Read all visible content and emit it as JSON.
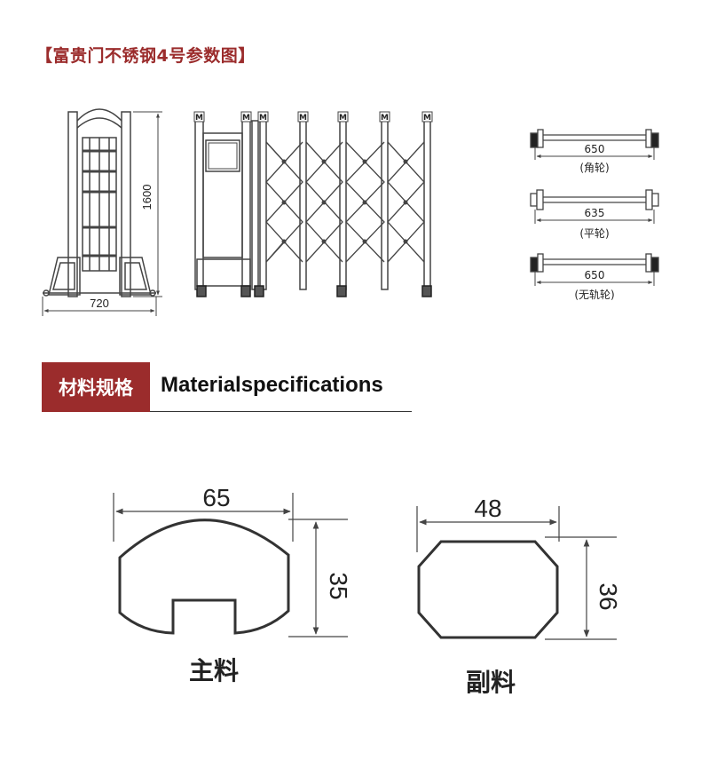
{
  "title": "【富贵门不锈钢4号参数图】",
  "section": {
    "label_cn": "材料规格",
    "label_en": "Materialspecifications"
  },
  "gate_drawing": {
    "height_label": "1600",
    "width_label": "720",
    "motor_mark": "M"
  },
  "wheels": [
    {
      "dimension": "650",
      "type": "(角轮)"
    },
    {
      "dimension": "635",
      "type": "(平轮)"
    },
    {
      "dimension": "650",
      "type": "(无轨轮)"
    }
  ],
  "profiles": {
    "main": {
      "width": "65",
      "height": "35",
      "name": "主料"
    },
    "secondary": {
      "width": "48",
      "height": "36",
      "name": "副料"
    }
  },
  "colors": {
    "accent": "#9b2c2c",
    "line": "#444444"
  }
}
